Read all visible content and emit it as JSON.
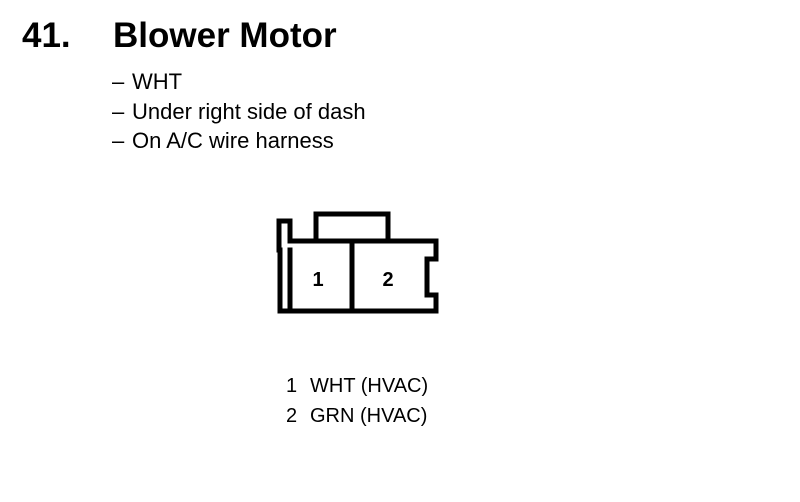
{
  "heading": {
    "number": "41.",
    "title": "Blower Motor"
  },
  "notes": [
    "WHT",
    "Under right side of dash",
    "On A/C wire harness"
  ],
  "dash": "–",
  "connector": {
    "cavities": [
      "1",
      "2"
    ]
  },
  "pins": [
    {
      "number": "1",
      "wire": "WHT (HVAC)"
    },
    {
      "number": "2",
      "wire": "GRN (HVAC)"
    }
  ]
}
